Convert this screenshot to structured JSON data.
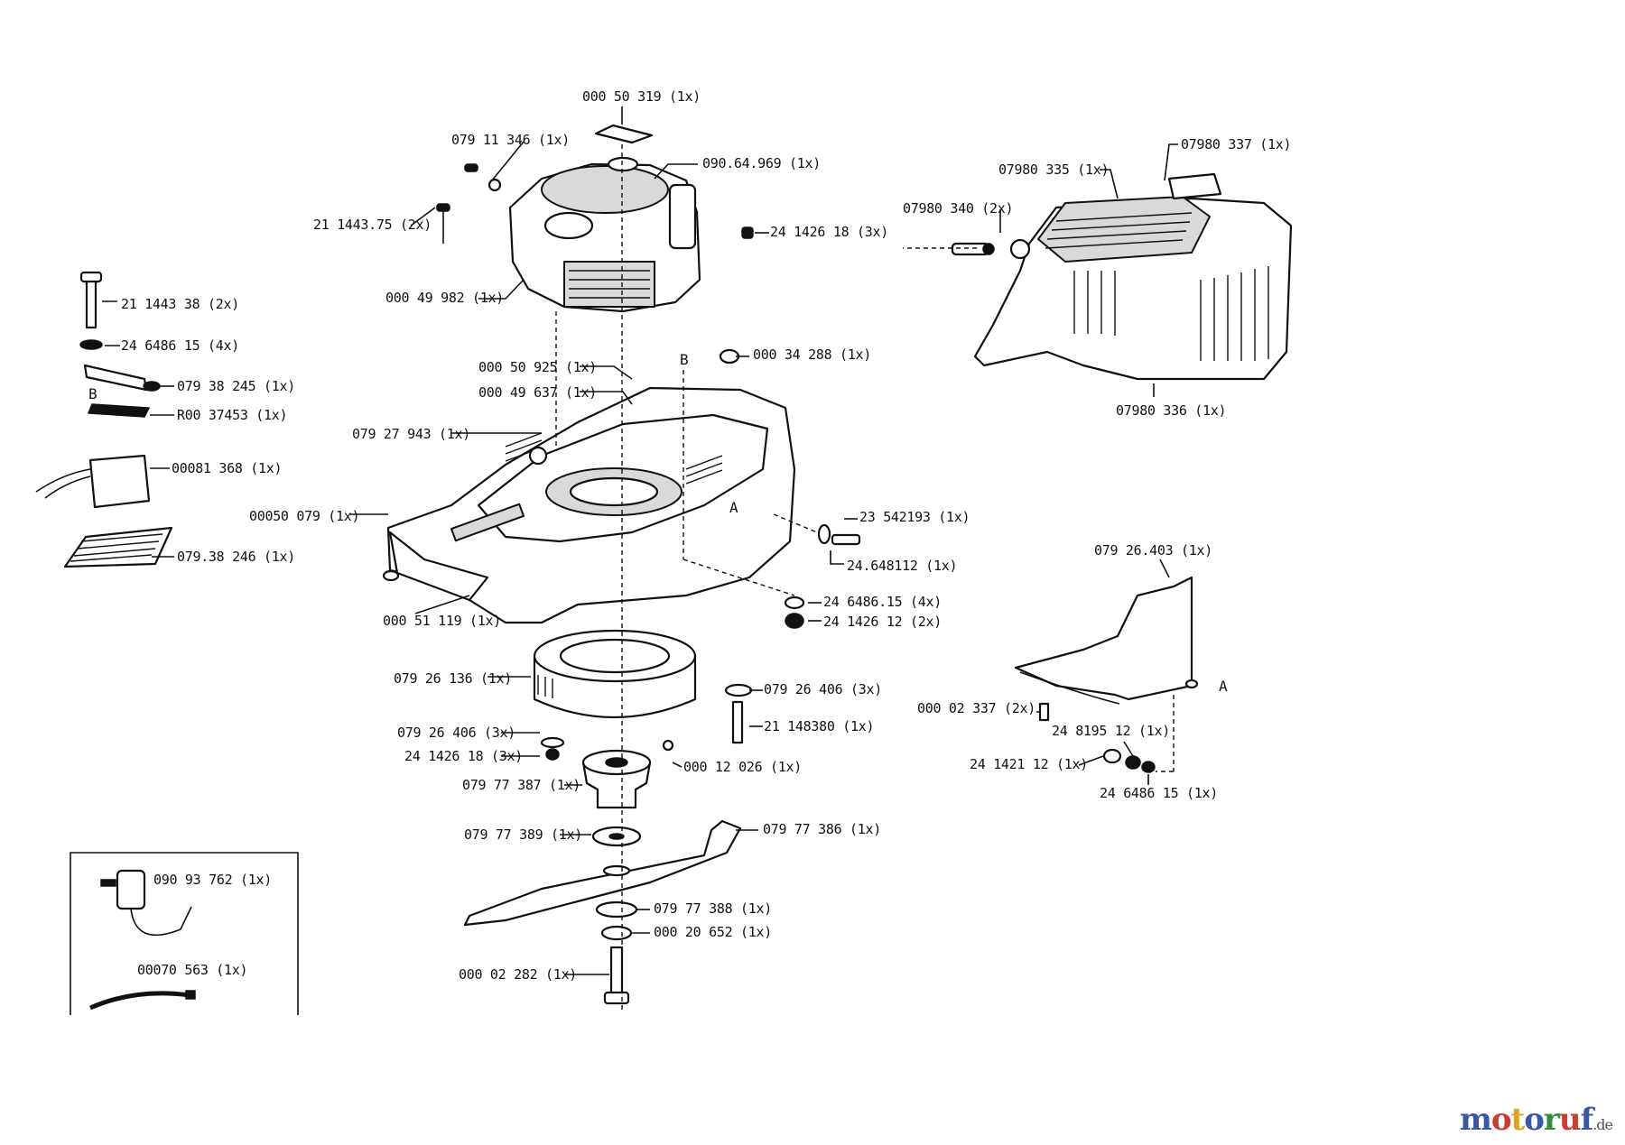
{
  "labels": {
    "p_0005031 9": "000 50 319  (1x)",
    "p_07911346": "079 11 346  (1x)",
    "p_09064969": "090.64.969  (1x)",
    "p_21144375": "21 1443.75  (2x)",
    "p_24142618a": "24 1426 18  (3x)",
    "p_00049982": "000 49 982  (1x)",
    "p_21144338": "21 1443 38  (2x)",
    "p_24648615a": "24 6486 15  (4x)",
    "p_07938245": "079 38 245  (1x)",
    "p_R0037453": "R00 37453  (1x)",
    "p_00081368": "00081 368  (1x)",
    "p_07938246": "079.38 246  (1x)",
    "p_00050925": "000 50 925  (1x)",
    "p_00049637": "000 49 637  (1x)",
    "p_00034288": "000 34 288  (1x)",
    "p_07927943": "079 27 943  (1x)",
    "p_00050079": "00050 079  (1x)",
    "p_23542193": "23 542193  (1x)",
    "p_24648112": "24.648112  (1x)",
    "p_00051119": "000 51 119  (1x)",
    "p_24648615b": "24 6486.15  (4x)",
    "p_24142612a": "24 1426 12  (2x)",
    "p_07926136": "079 26 136  (1x)",
    "p_07926406a": "079 26 406  (3x)",
    "p_21148380": "21 148380  (1x)",
    "p_07926406b": "079 26 406  (3x)",
    "p_24142618b": "24 1426 18  (3x)",
    "p_00012026": "000 12 026  (1x)",
    "p_07977387": "079 77 387  (1x)",
    "p_07977389": "079 77 389  (1x)",
    "p_07977386": "079 77 386  (1x)",
    "p_07977388": "079 77 388  (1x)",
    "p_00020652": "000 20 652  (1x)",
    "p_00002282": "000 02 282  (1x)",
    "p_09093762": "090 93 762  (1x)",
    "p_00070563": "00070 563  (1x)",
    "p_07980337": "07980 337  (1x)",
    "p_07980335": "07980 335  (1x)",
    "p_07980340": "07980 340  (2x)",
    "p_07980336": "07980 336  (1x)",
    "p_07926403": "079 26.403  (1x)",
    "p_00002337": "000 02 337  (2x)",
    "p_24819512": "24 8195 12  (1x)",
    "p_24142112": "24 1421 12  (1x)",
    "p_24648615c": "24 6486 15  (1x)",
    "mark_A1": "A",
    "mark_A2": "A",
    "mark_B1": "B",
    "mark_B2": "B"
  },
  "watermark": {
    "text": "motoruf",
    "suffix": ".de"
  }
}
